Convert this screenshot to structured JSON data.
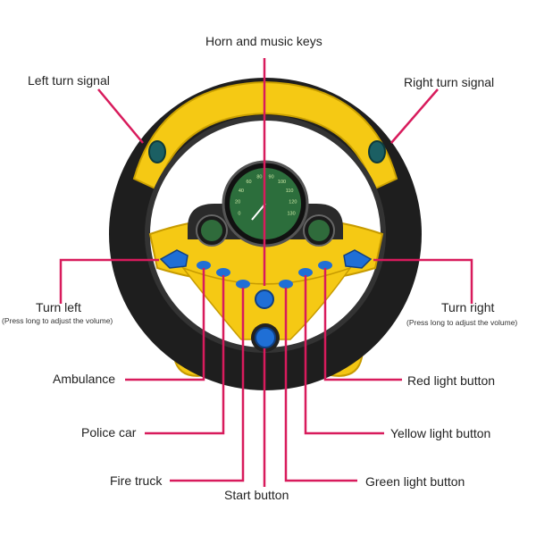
{
  "colors": {
    "leader": "#d81b5c",
    "wheel_yellow": "#f6c915",
    "wheel_black": "#1f1f1f",
    "button_blue": "#1f6fd6"
  },
  "labels": {
    "horn": "Horn and music keys",
    "left_turn_signal": "Left turn signal",
    "right_turn_signal": "Right turn signal",
    "turn_left": "Turn left",
    "turn_left_note": "(Press long to adjust the volume)",
    "turn_right": "Turn right",
    "turn_right_note": "(Press long to adjust the volume)",
    "ambulance": "Ambulance",
    "red_light": "Red light button",
    "police_car": "Police car",
    "yellow_light": "Yellow light button",
    "fire_truck": "Fire truck",
    "green_light": "Green light button",
    "start": "Start button"
  },
  "speedometer": {
    "ticks": [
      "0",
      "20",
      "40",
      "60",
      "80",
      "90",
      "100",
      "110",
      "120",
      "130"
    ]
  }
}
